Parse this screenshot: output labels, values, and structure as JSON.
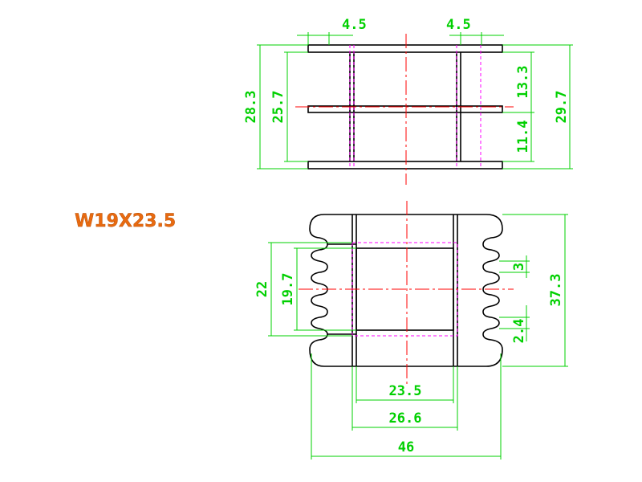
{
  "title": "W19X23.5",
  "colors": {
    "outline": "#000000",
    "dimension": "#00d000",
    "center_line": "#ff0000",
    "hidden_line": "#ff00ff",
    "title": "#e86a10",
    "background": "#ffffff"
  },
  "top_view": {
    "dimensions": {
      "left_tab": "4.5",
      "right_tab": "4.5",
      "outer_left": "28.3",
      "inner_left": "25.7",
      "upper_right": "13.3",
      "lower_right": "11.4",
      "overall_right": "29.7"
    }
  },
  "front_view": {
    "dimensions": {
      "height_left_outer": "22",
      "height_left_inner": "19.7",
      "slot_width": "3",
      "pitch": "2.4",
      "overall_height": "37.3",
      "inner_width": "23.5",
      "mid_width": "26.6",
      "overall_width": "46"
    }
  }
}
